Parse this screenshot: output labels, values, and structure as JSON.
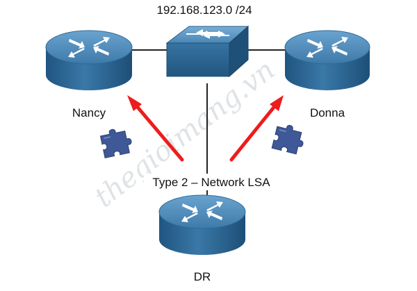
{
  "network_label": "192.168.123.0 /24",
  "nodes": {
    "nancy": {
      "label": "Nancy"
    },
    "donna": {
      "label": "Donna"
    },
    "dr": {
      "label": "DR"
    }
  },
  "lsa_label": "Type 2 – Network LSA",
  "watermark": "thegioimang.vn",
  "colors": {
    "device_top": "#4a86b5",
    "device_side": "#2d6a99",
    "arrow": "#ee1c1c",
    "puzzle": "#3f5897",
    "link": "#222222"
  },
  "icons": {
    "router": "router-icon",
    "switch": "switch-icon",
    "puzzle": "puzzle-piece-icon"
  }
}
